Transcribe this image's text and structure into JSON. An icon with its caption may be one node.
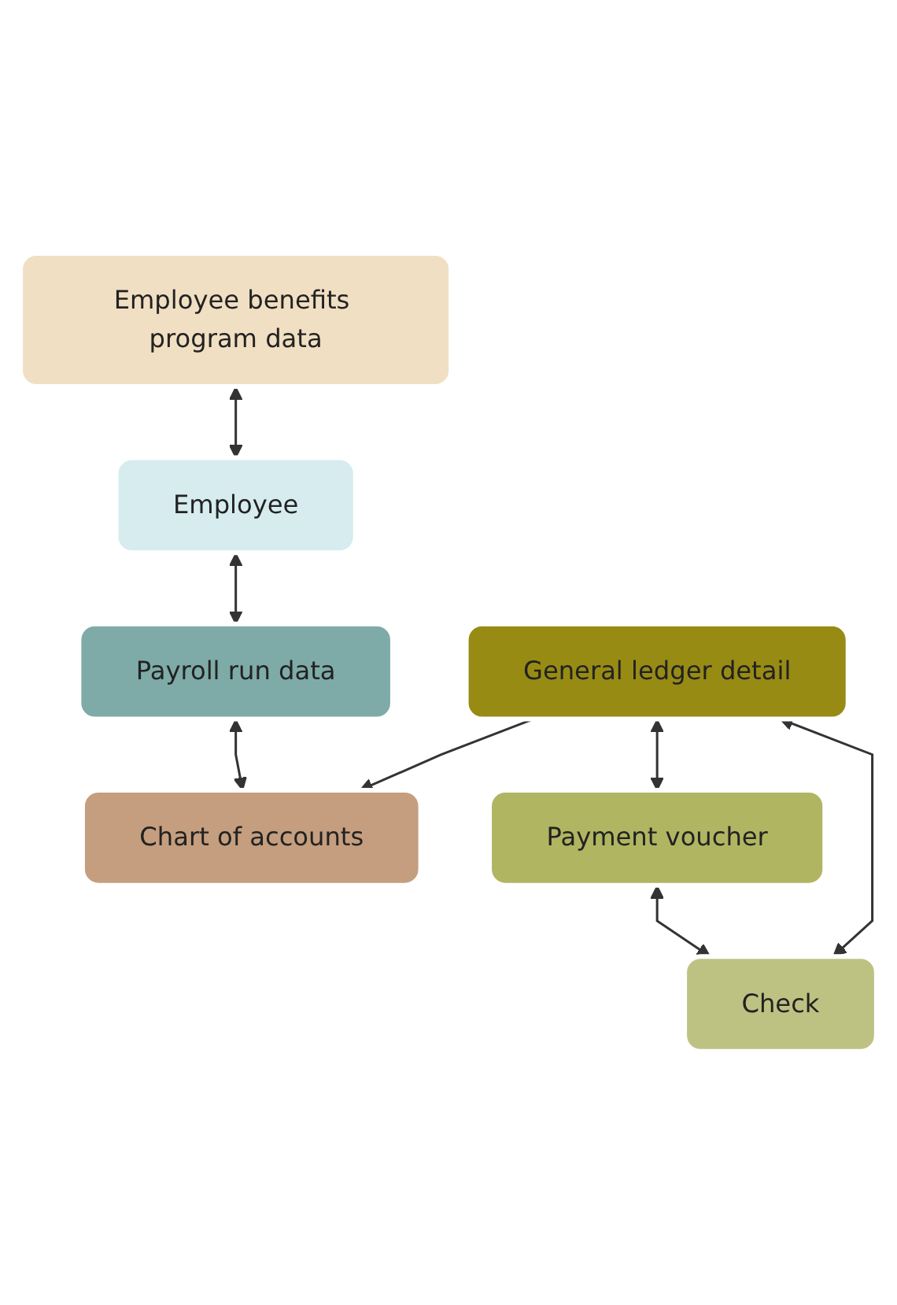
{
  "diagram": {
    "nodes": [
      {
        "text": [
          "Employee benefits program data"
        ]
      },
      {
        "text": [
          "Employee"
        ]
      },
      {
        "text": [
          "Payroll run data"
        ]
      },
      {
        "text": [
          "Chart of accounts"
        ]
      },
      {
        "text": [
          "General ledger detail"
        ]
      },
      {
        "text": [
          "Payment voucher"
        ]
      },
      {
        "text": [
          "Check"
        ]
      }
    ],
    "edges": [
      {
        "from": 0,
        "to": 1,
        "arrow": "both"
      },
      {
        "from": 1,
        "to": 2,
        "arrow": "both"
      },
      {
        "from": 2,
        "to": 3,
        "arrow": "both"
      },
      {
        "from": 4,
        "to": 3,
        "arrow": "to"
      },
      {
        "from": 4,
        "to": 5,
        "arrow": "both"
      },
      {
        "from": 5,
        "to": 6,
        "arrow": "both"
      },
      {
        "from": 6,
        "to": 4,
        "arrow": "both"
      }
    ]
  }
}
